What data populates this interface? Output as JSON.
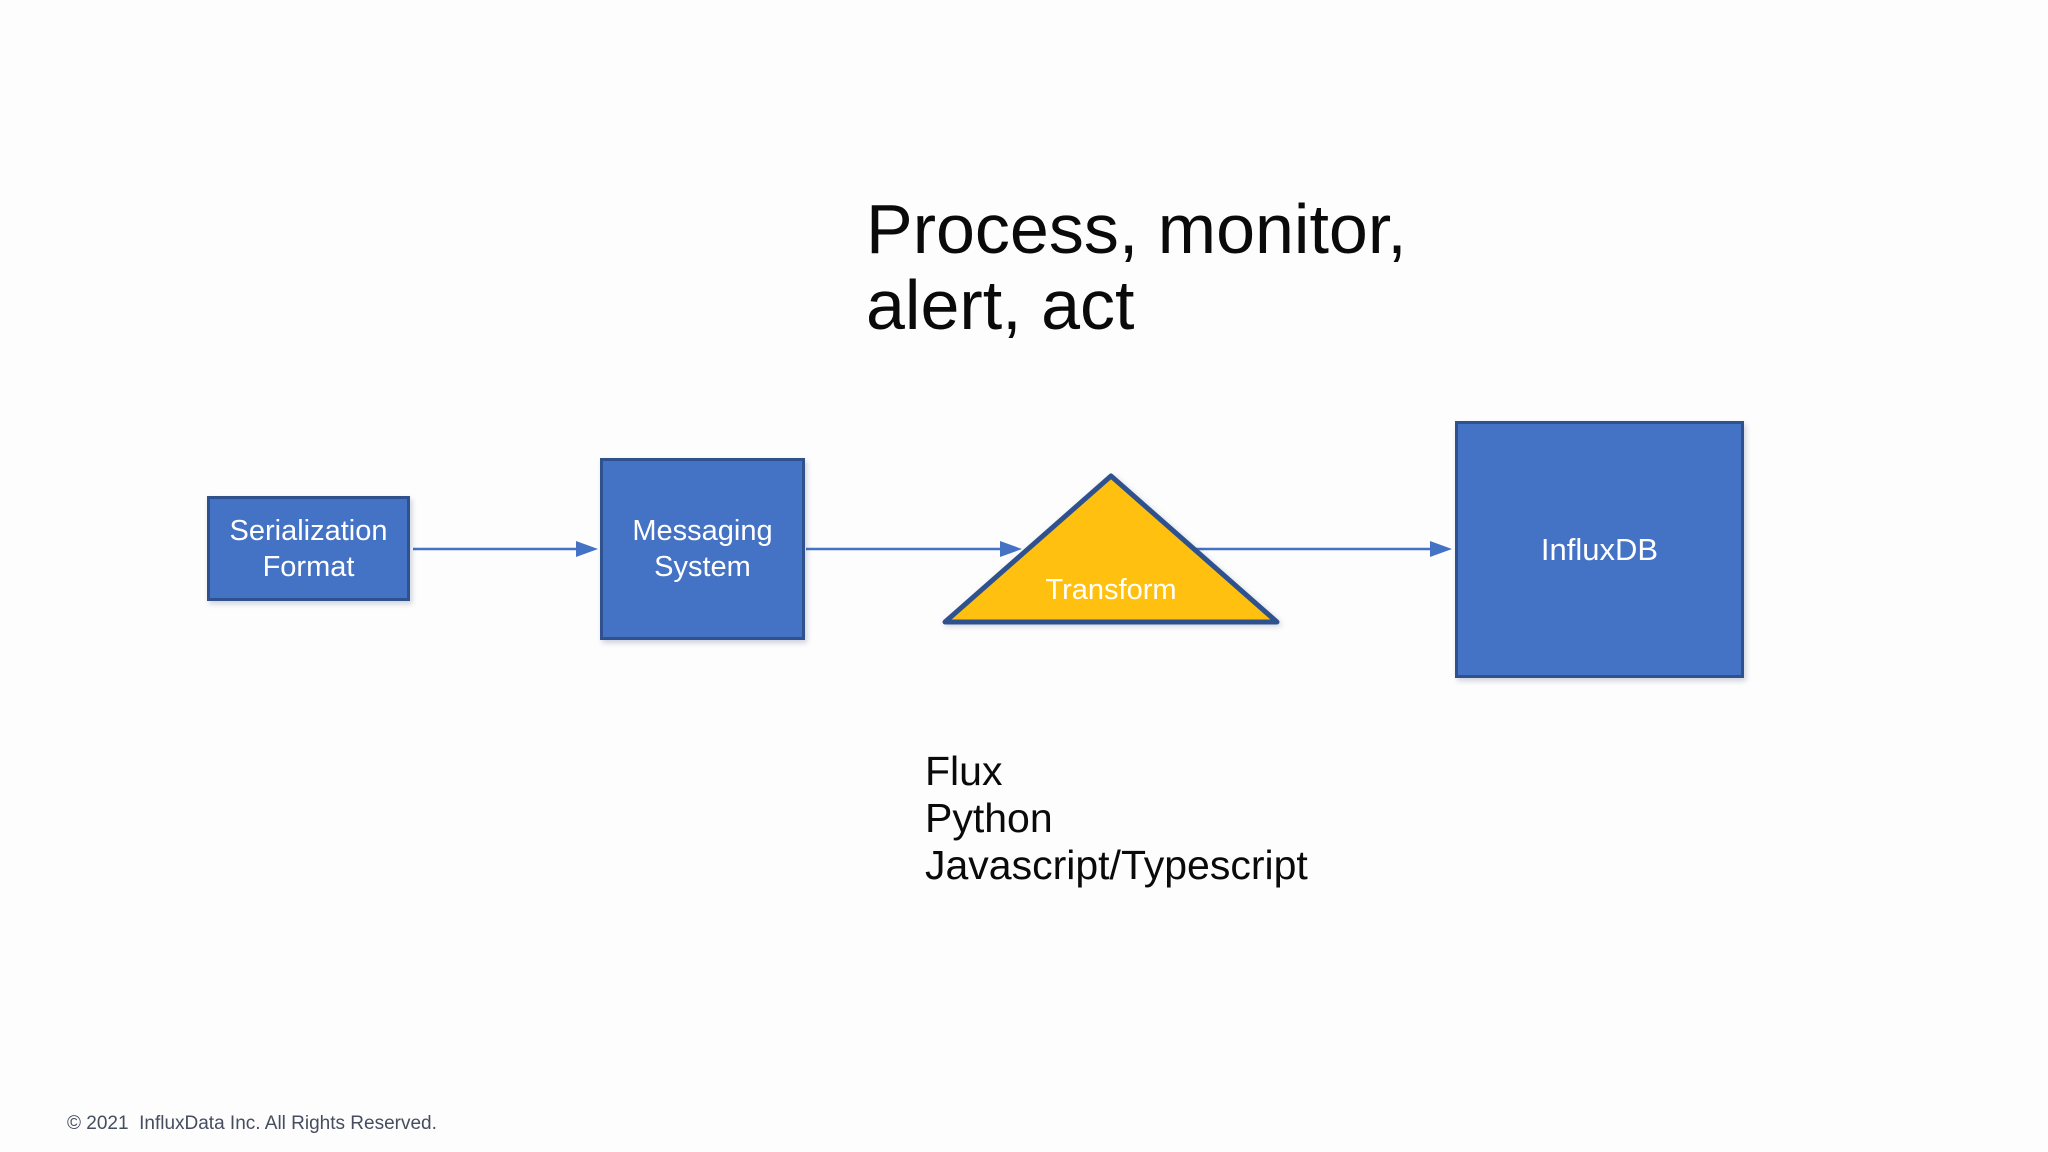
{
  "colors": {
    "background": "#FDFDFD",
    "node_fill": "#4472C4",
    "node_border": "#2F528F",
    "triangle_fill": "#FFC010",
    "arrow": "#4472C4",
    "text": "#0A0A0A",
    "footer_text": "#454D5E",
    "node_text": "#FFFFFF"
  },
  "title": {
    "line1": "Process, monitor,",
    "line2": "alert, act"
  },
  "diagram": {
    "nodes": [
      {
        "id": "serialization-format",
        "shape": "rectangle",
        "label": "Serialization Format"
      },
      {
        "id": "messaging-system",
        "shape": "rectangle",
        "label": "Messaging System"
      },
      {
        "id": "transform",
        "shape": "triangle",
        "label": "Transform"
      },
      {
        "id": "influxdb",
        "shape": "rectangle",
        "label": "InfluxDB"
      }
    ],
    "edges": [
      {
        "from": "serialization-format",
        "to": "messaging-system"
      },
      {
        "from": "messaging-system",
        "to": "transform"
      },
      {
        "from": "transform",
        "to": "influxdb"
      }
    ]
  },
  "languages": [
    "Flux",
    "Python",
    "Javascript/Typescript"
  ],
  "footer": "© 2021  InfluxData Inc. All Rights Reserved."
}
